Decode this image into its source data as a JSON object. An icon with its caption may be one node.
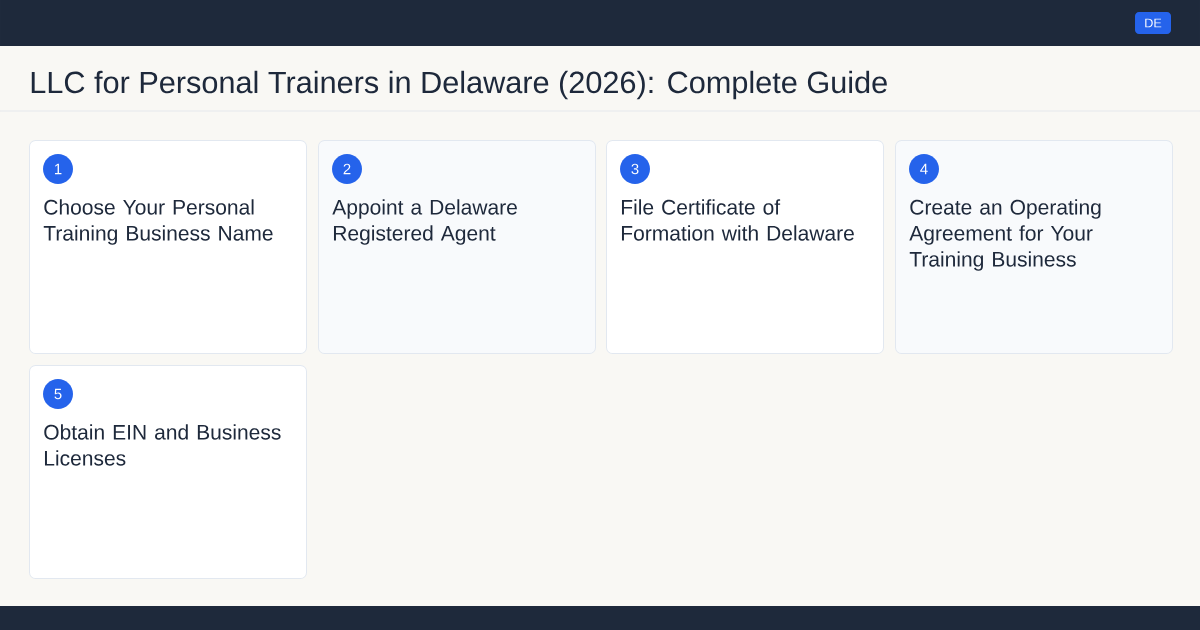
{
  "diagram": {
    "title": "LLC for Personal Trainers in Delaware (2026): Complete Guide",
    "nodes": [
      {
        "text": [
          "DE"
        ]
      },
      {
        "text": [
          "Choose Your Personal Training Business Name"
        ]
      },
      {
        "text": [
          "1"
        ],
        "in": 1
      },
      {
        "text": [
          "Appoint a Delaware Registered Agent"
        ]
      },
      {
        "text": [
          "2"
        ],
        "in": 3
      },
      {
        "text": [
          "File Certificate of Formation with Delaware"
        ]
      },
      {
        "text": [
          "3"
        ],
        "in": 5
      },
      {
        "text": [
          "Create an Operating Agreement for Your Training Business"
        ]
      },
      {
        "text": [
          "4"
        ],
        "in": 7
      },
      {
        "text": [
          "Obtain EIN and Business Licenses"
        ]
      },
      {
        "text": [
          "5"
        ],
        "in": 9
      }
    ]
  }
}
